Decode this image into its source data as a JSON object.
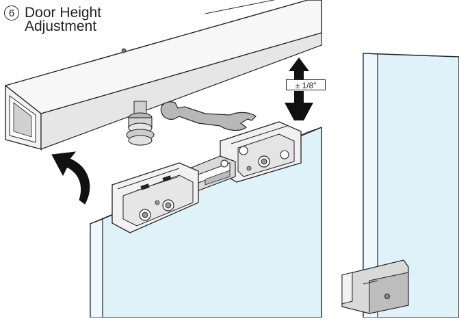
{
  "step": {
    "number": "6",
    "title": "Door Height\nAdjustment"
  },
  "adjustment": {
    "label": "± 1/8\""
  },
  "colors": {
    "glass": "#dff1f9",
    "glass_edge": "#222222",
    "metal_light": "#f2f2f2",
    "metal_mid": "#d9d9d9",
    "metal_dark": "#a6a6a6",
    "arrow": "#111111"
  },
  "icons": [
    "step-number-circle",
    "rotation-arrow-icon",
    "up-down-arrow-icon"
  ]
}
